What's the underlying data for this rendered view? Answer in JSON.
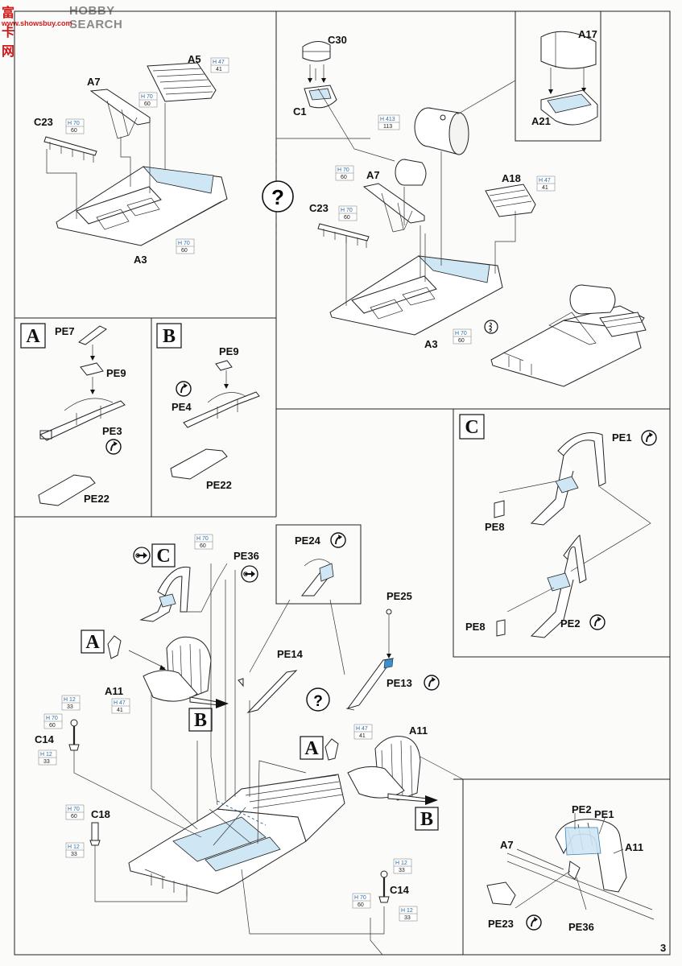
{
  "watermark": {
    "brand": "HOBBY SEARCH",
    "cn_logo": "富卡网",
    "site": "www.showsbuy.com"
  },
  "page_number": "3",
  "help_symbol": "?",
  "option_letters": {
    "a": "A",
    "b": "B",
    "c": "C"
  },
  "parts": {
    "A5": "A5",
    "A7": "A7",
    "C23": "C23",
    "A3": "A3",
    "C30": "C30",
    "C1": "C1",
    "A17": "A17",
    "A21": "A21",
    "A18": "A18",
    "A11": "A11",
    "C14": "C14",
    "C18": "C18",
    "PE1": "PE1",
    "PE2": "PE2",
    "PE3": "PE3",
    "PE4": "PE4",
    "PE7": "PE7",
    "PE8": "PE8",
    "PE9": "PE9",
    "PE13": "PE13",
    "PE14": "PE14",
    "PE22": "PE22",
    "PE23": "PE23",
    "PE24": "PE24",
    "PE25": "PE25",
    "PE36": "PE36"
  },
  "color_codes": {
    "h47": {
      "code": "H 47",
      "num": "41"
    },
    "h70": {
      "code": "H 70",
      "num": "60"
    },
    "h413": {
      "code": "H 413",
      "num": "113"
    },
    "h12": {
      "code": "H 12",
      "num": "33"
    }
  },
  "colors": {
    "detail_blue": "#cfe6f4",
    "ink": "#222222",
    "code_blue": "#2a6ea6"
  },
  "icons": [
    "bend-arrow-icon",
    "rotate-arrow-icon",
    "help-circle-icon",
    "spring-icon"
  ]
}
